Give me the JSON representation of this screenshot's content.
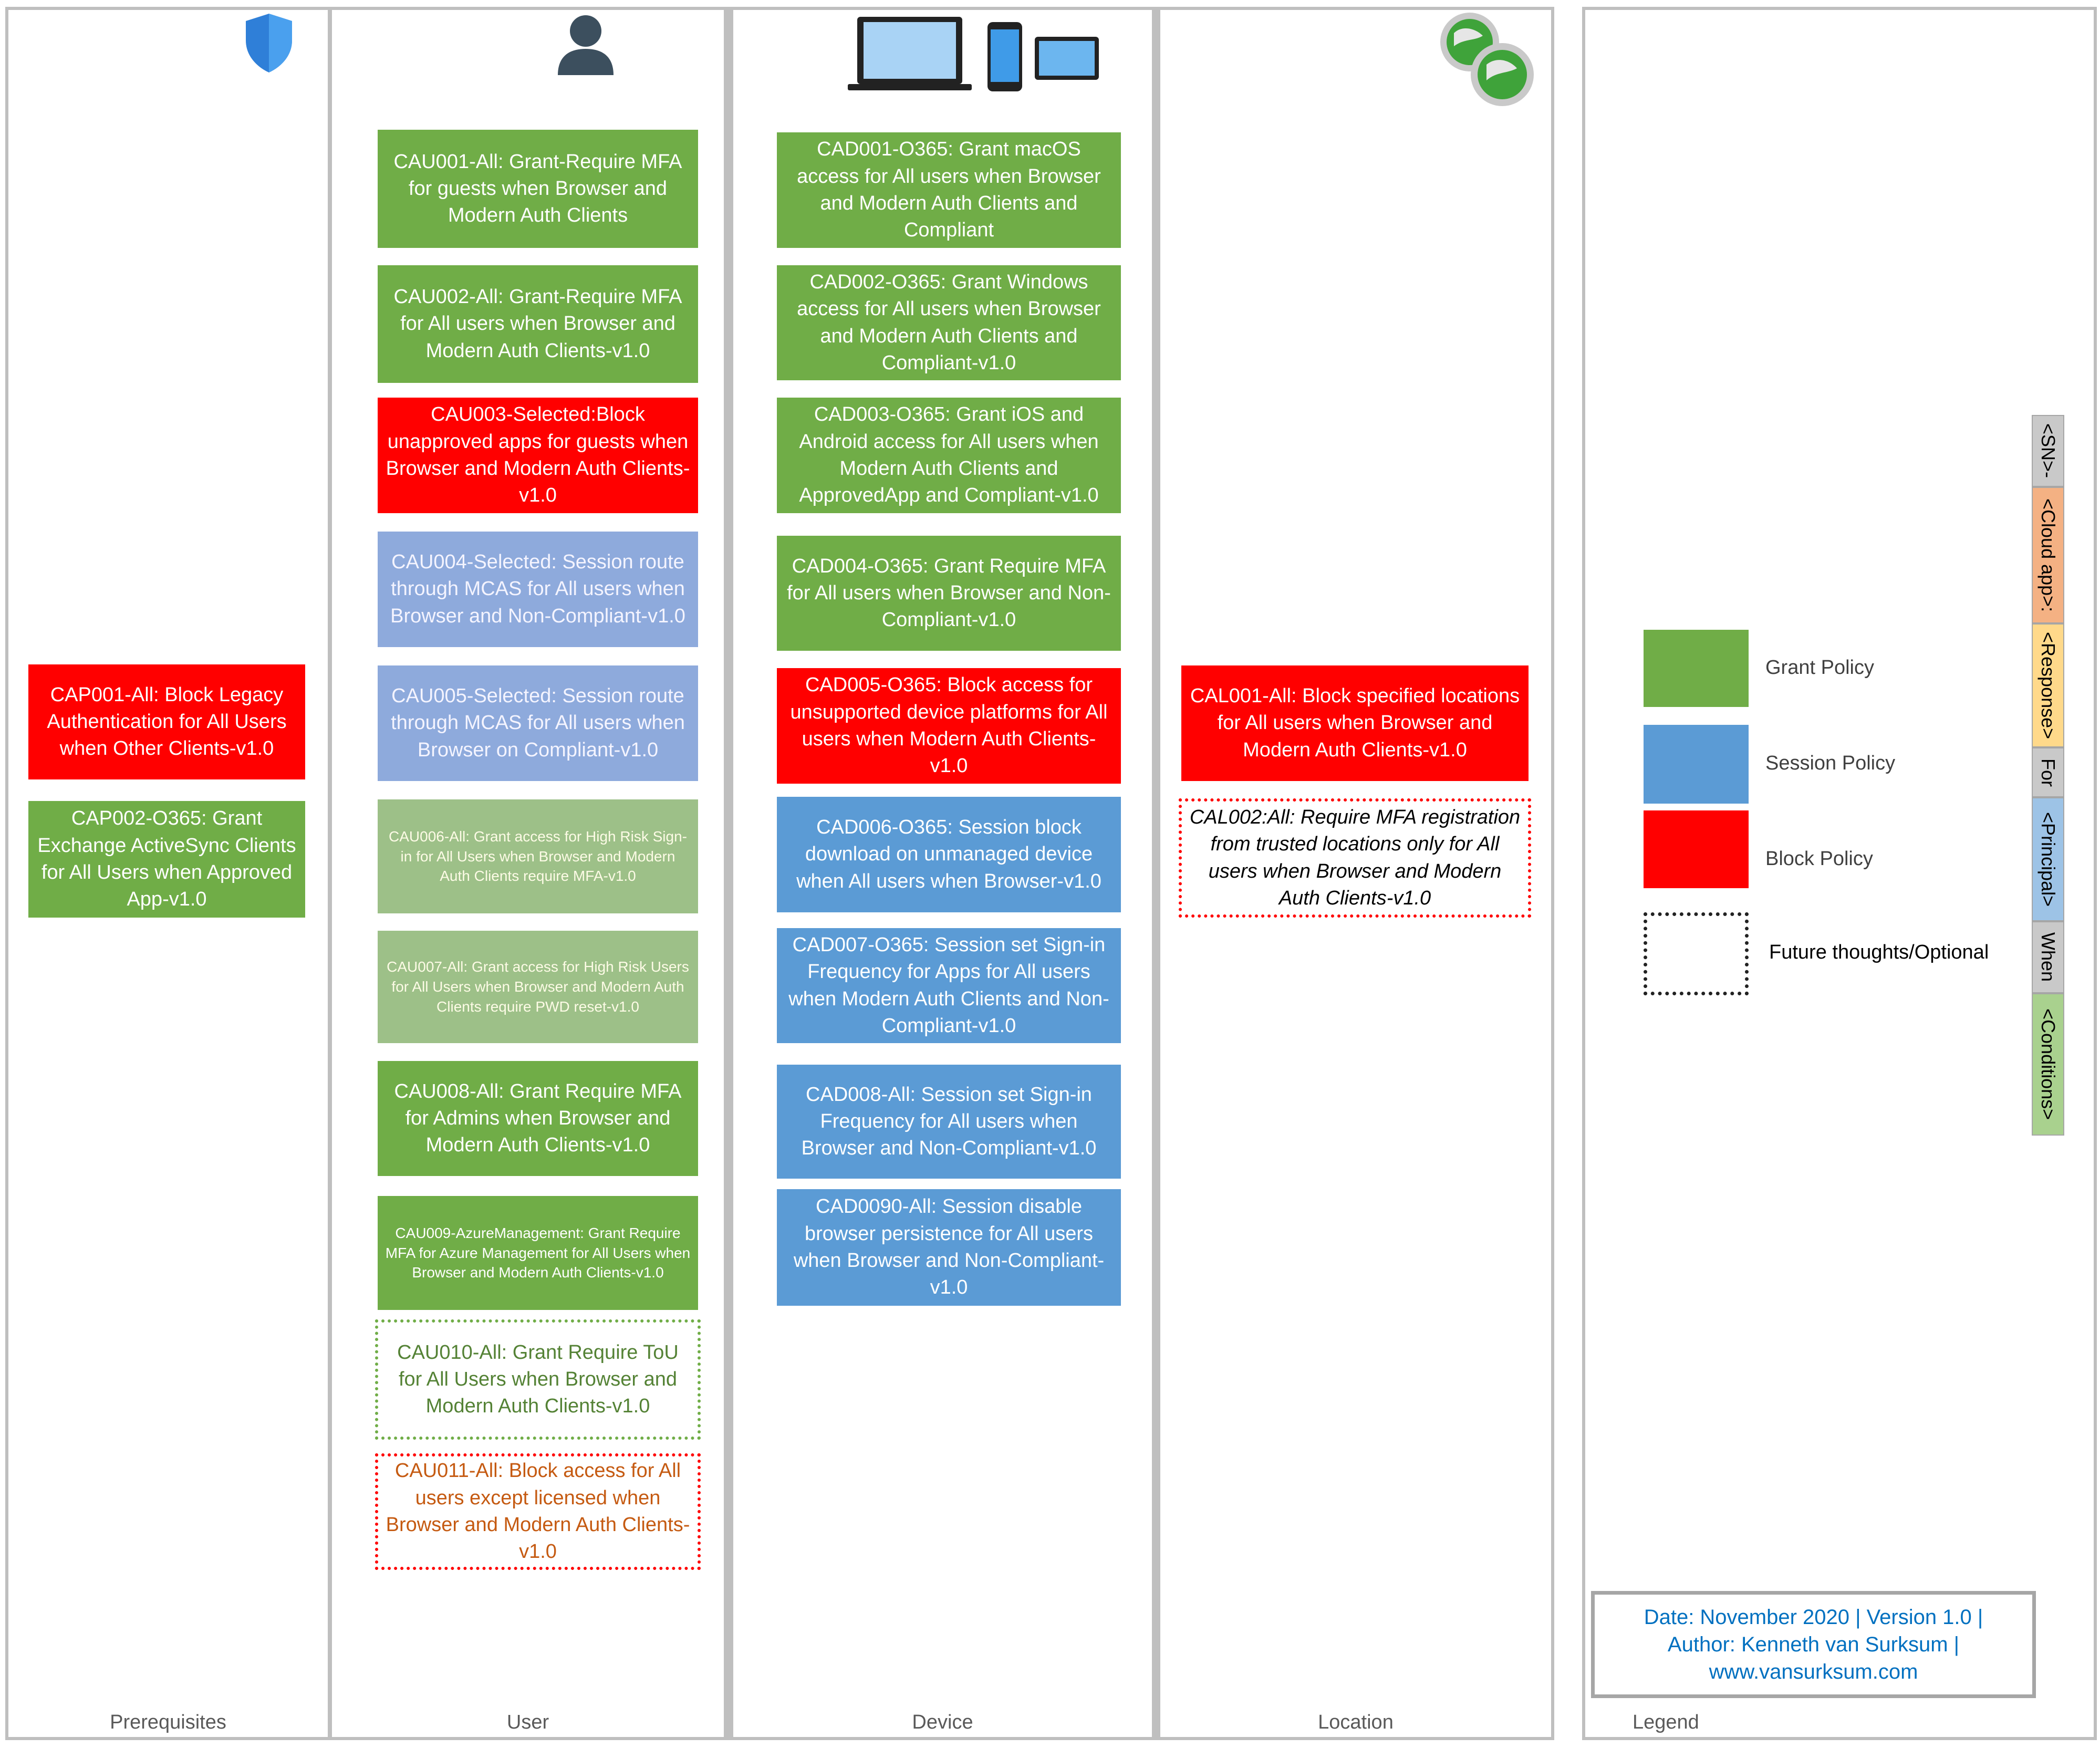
{
  "columns": {
    "prerequisites": "Prerequisites",
    "user": "User",
    "device": "Device",
    "location": "Location",
    "legend": "Legend"
  },
  "prerequisites": [
    "CAP001-All: Block Legacy Authentication for All Users when Other Clients-v1.0",
    "CAP002-O365: Grant Exchange ActiveSync Clients for All Users when Approved App-v1.0"
  ],
  "user": [
    "CAU001-All: Grant-Require MFA for guests when Browser and Modern Auth Clients",
    "CAU002-All: Grant-Require MFA for All users when Browser and Modern Auth Clients-v1.0",
    "CAU003-Selected:Block unapproved apps for guests when Browser and Modern Auth Clients-v1.0",
    "CAU004-Selected: Session route through MCAS for All users when Browser and Non-Compliant-v1.0",
    "CAU005-Selected: Session route through MCAS for All users when Browser on Compliant-v1.0",
    "CAU006-All: Grant access for High Risk Sign-in for All Users when Browser and Modern Auth Clients require MFA-v1.0",
    "CAU007-All: Grant access for High Risk Users for All Users when Browser and Modern Auth Clients require PWD reset-v1.0",
    "CAU008-All: Grant Require MFA for Admins when Browser and Modern Auth Clients-v1.0",
    "CAU009-AzureManagement: Grant Require MFA for Azure Management for All Users when Browser and Modern Auth Clients-v1.0",
    "CAU010-All: Grant Require ToU for All Users when Browser and Modern Auth Clients-v1.0",
    "CAU011-All: Block access for All users except licensed when Browser and Modern Auth Clients-v1.0"
  ],
  "device": [
    "CAD001-O365: Grant macOS access for All users when Browser and Modern Auth Clients and Compliant",
    "CAD002-O365: Grant Windows access for All users when Browser and Modern Auth Clients and Compliant-v1.0",
    "CAD003-O365: Grant iOS and Android access for All users when Modern Auth Clients and ApprovedApp and Compliant-v1.0",
    "CAD004-O365: Grant Require MFA for All users when Browser and Non-Compliant-v1.0",
    "CAD005-O365: Block access for unsupported device platforms for All users when Modern Auth Clients-v1.0",
    "CAD006-O365: Session block download on unmanaged device when All users when Browser-v1.0",
    "CAD007-O365: Session set Sign-in Frequency for Apps for All users when Modern Auth Clients and Non-Compliant-v1.0",
    "CAD008-All:  Session set Sign-in Frequency for All users when Browser and Non-Compliant-v1.0",
    "CAD0090-All: Session disable browser persistence for All users when Browser and Non-Compliant-v1.0"
  ],
  "location": [
    "CAL001-All: Block specified locations for All users when Browser and Modern Auth Clients-v1.0",
    "CAL002:All: Require MFA registration from trusted locations only for All users when Browser and Modern Auth Clients-v1.0"
  ],
  "legend": {
    "grant": "Grant Policy",
    "session": "Session Policy",
    "block": "Block Policy",
    "future": "Future thoughts/Optional",
    "naming": [
      "<SN>-",
      "<Cloud app>:",
      "<Response>",
      "For",
      "<Principal>",
      "When",
      "<Conditions>"
    ],
    "footer": [
      "Date: November 2020 | Version 1.0 |",
      "Author: Kenneth van Surksum |",
      "www.vansurksum.com"
    ]
  },
  "colors": {
    "grant": "#70ad47",
    "grant_light": "#9dc088",
    "session": "#5b9bd5",
    "session_light": "#8eaadc",
    "block": "#ff0000",
    "border": "#bfbfbf",
    "footer_text": "#0070c0"
  }
}
